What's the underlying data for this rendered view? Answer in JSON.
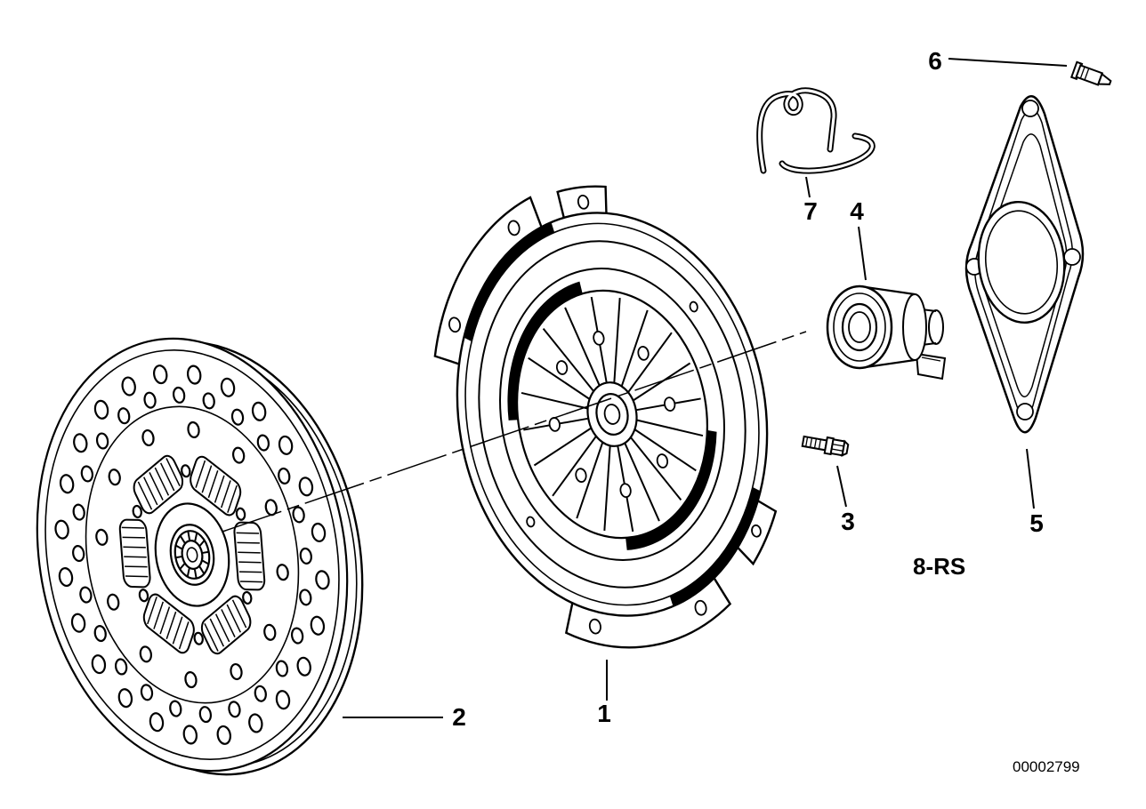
{
  "diagram": {
    "type": "exploded-parts-diagram",
    "callouts": [
      {
        "label": "1"
      },
      {
        "label": "2"
      },
      {
        "label": "3"
      },
      {
        "label": "4"
      },
      {
        "label": "5"
      },
      {
        "label": "6"
      },
      {
        "label": "7"
      }
    ],
    "variant_label": "8-RS",
    "doc_number": "00002799",
    "colors": {
      "background": "#ffffff",
      "line": "#000000"
    }
  }
}
